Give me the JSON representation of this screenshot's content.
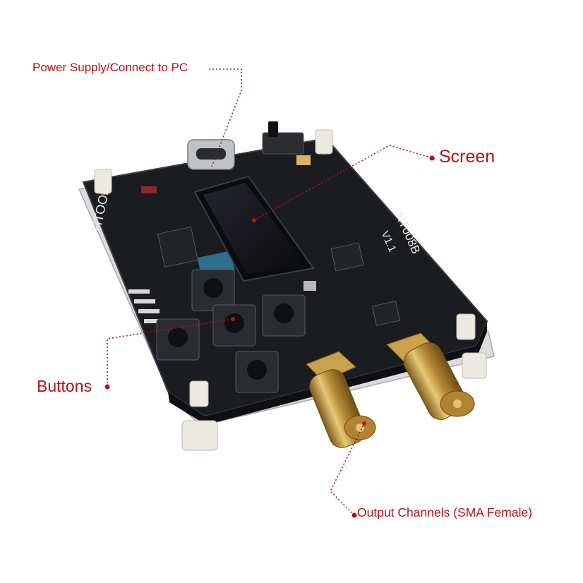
{
  "callouts": {
    "power": "Power Supply/Connect to PC",
    "screen": "Screen",
    "buttons": "Buttons",
    "output": "Output Channels (SMA Female)"
  },
  "board": {
    "brand": "HTOOL",
    "model": "HT008B",
    "version": "V1.1"
  },
  "colors": {
    "callout_red": "#b31217",
    "pcb": "#17191d",
    "screen": "#0b0c10",
    "sma_gold": "#c9a24a",
    "standoff": "#e9e6df"
  }
}
